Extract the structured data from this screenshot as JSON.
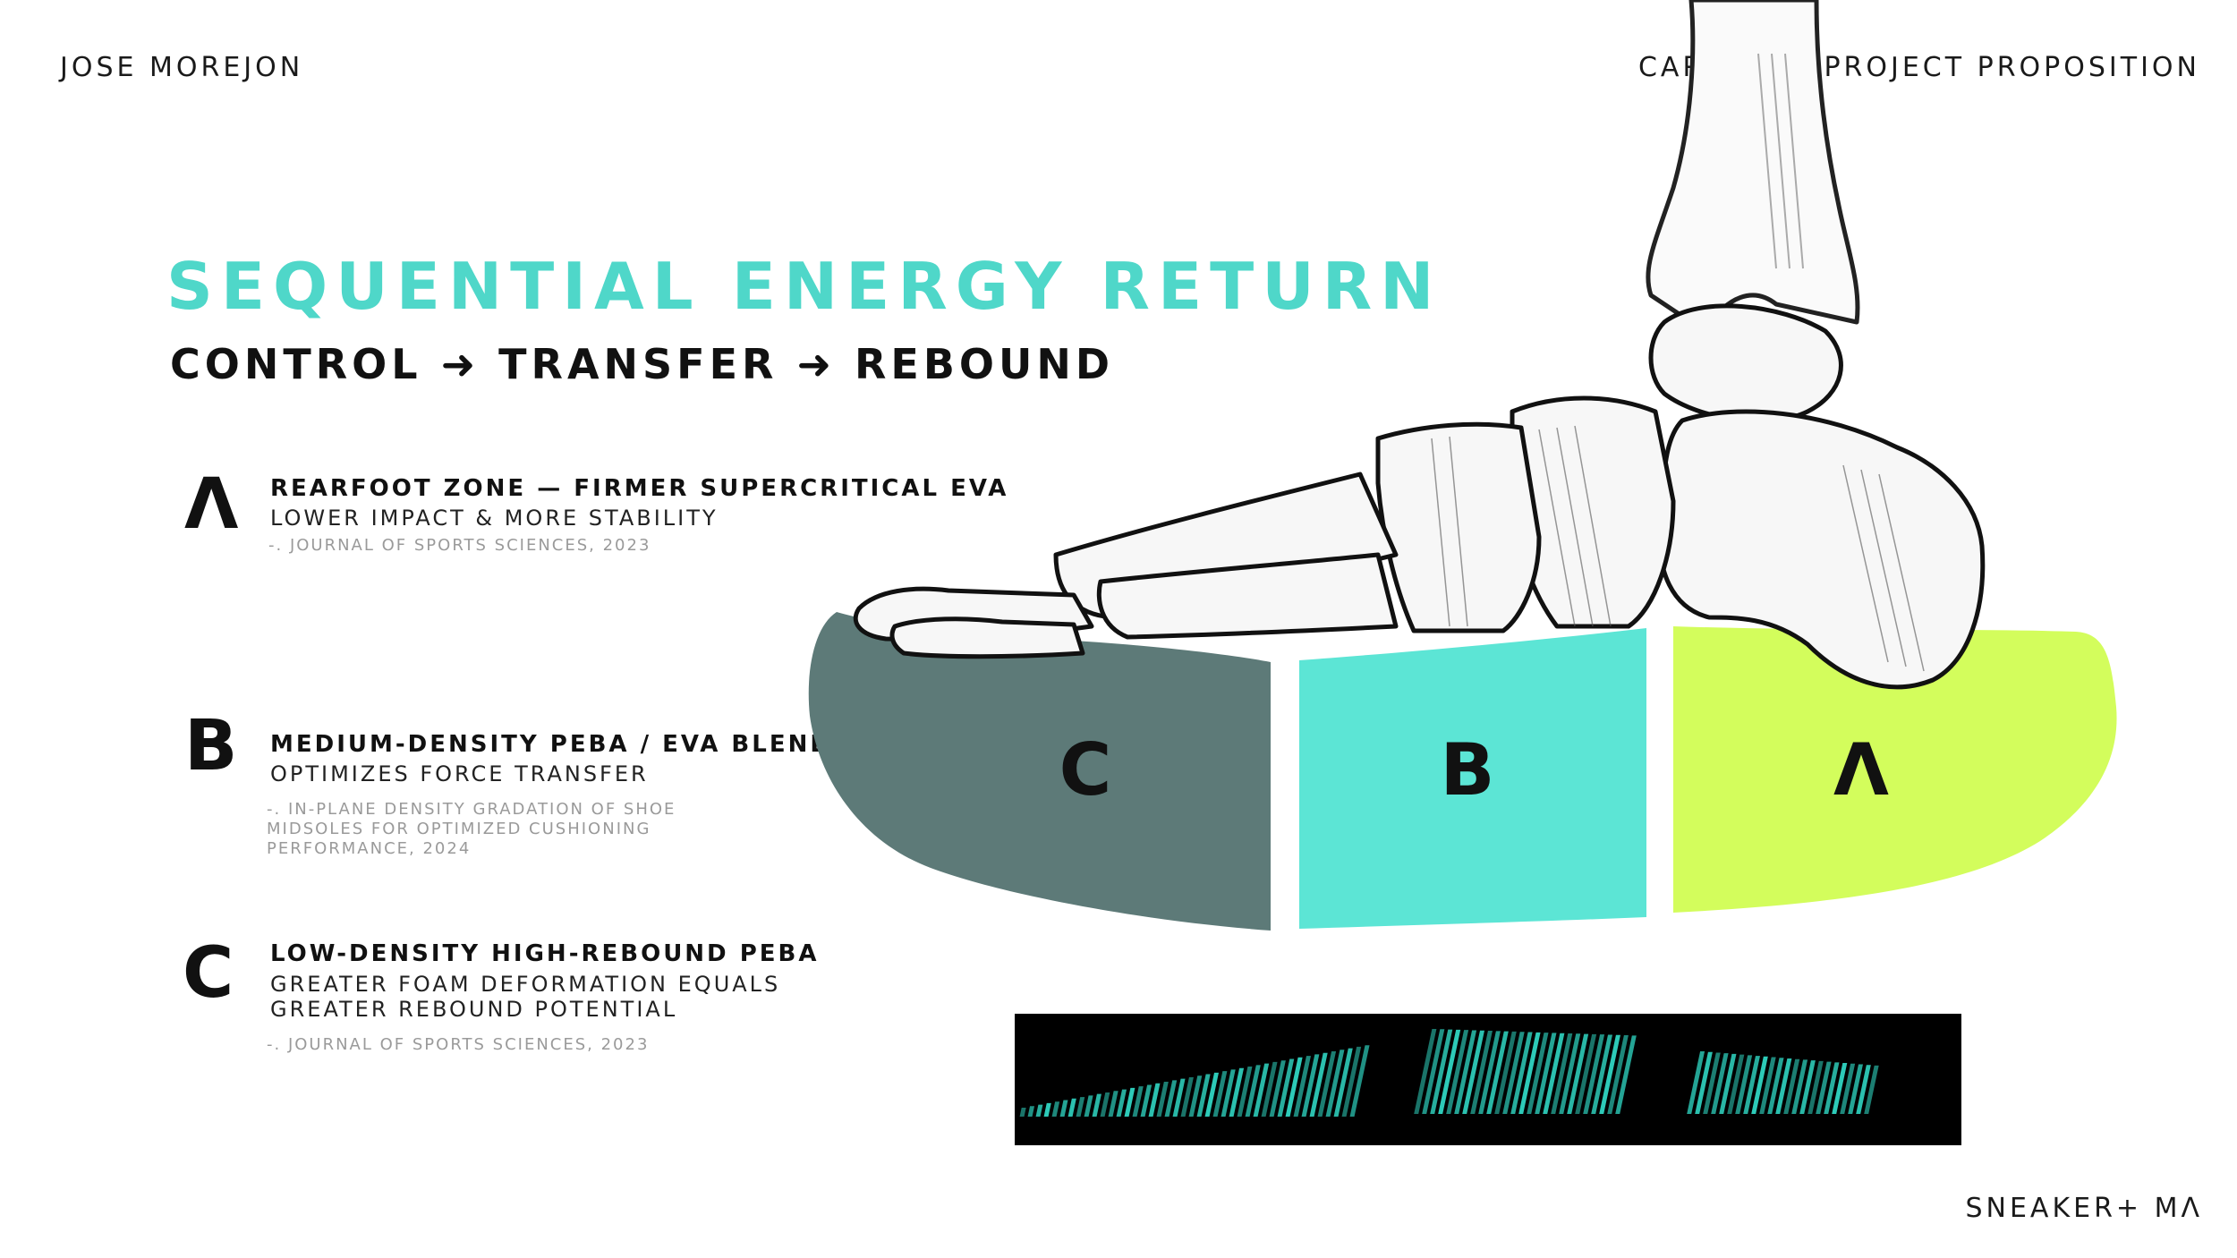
{
  "header": {
    "author": "JOSE MOREJON",
    "project": "CAPSTONE PROJECT PROPOSITION"
  },
  "title": "SEQUENTIAL ENERGY RETURN",
  "subtitle": "CONTROL ➜ TRANSFER ➜ REBOUND",
  "zones": [
    {
      "letter": "Λ",
      "heading": "REARFOOT ZONE — FIRMER SUPERCRITICAL EVA",
      "description": "LOWER IMPACT & MORE STABILITY",
      "citation": "-. JOURNAL OF SPORTS SCIENCES, 2023"
    },
    {
      "letter": "B",
      "heading": "MEDIUM-DENSITY PEBA / EVA BLEND",
      "description": "OPTIMIZES FORCE TRANSFER",
      "citation": "-. IN-PLANE DENSITY GRADATION OF SHOE MIDSOLES FOR OPTIMIZED CUSHIONING PERFORMANCE, 2024"
    },
    {
      "letter": "C",
      "heading": "LOW-DENSITY HIGH-REBOUND PEBA",
      "description": "GREATER FOAM DEFORMATION EQUALS GREATER REBOUND POTENTIAL",
      "citation": "-. JOURNAL OF SPORTS SCIENCES, 2023"
    }
  ],
  "midsole": {
    "segments": [
      {
        "label": "C",
        "color": "#5d7a78"
      },
      {
        "label": "B",
        "color": "#5ce5d5"
      },
      {
        "label": "Λ",
        "color": "#d3fd5c"
      }
    ]
  },
  "colors": {
    "accent": "#4fd7c9",
    "zone_c": "#5d7a78",
    "zone_b": "#5ce5d5",
    "zone_a": "#d3fd5c",
    "scan_fill": "#2fd3c0"
  },
  "footer": {
    "brand": "SNEAKER+ MΛ"
  }
}
